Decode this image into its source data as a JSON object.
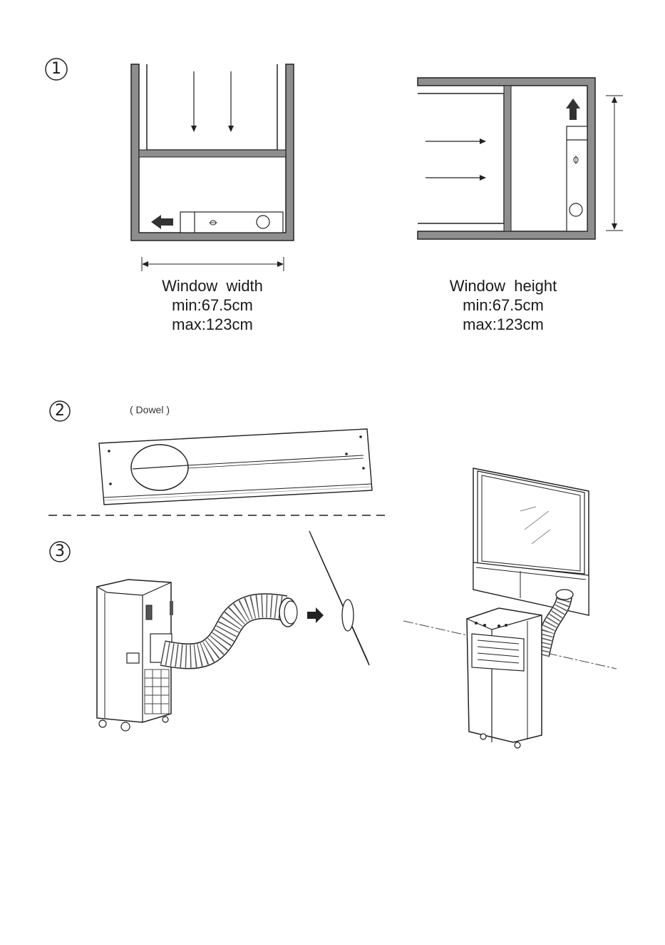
{
  "steps": [
    {
      "number": "1"
    },
    {
      "number": "2",
      "note": "( Dowel )"
    },
    {
      "number": "3"
    }
  ],
  "width_caption": {
    "title": "Window  width",
    "min": "min:67.5cm",
    "max": "max:123cm"
  },
  "height_caption": {
    "title": "Window  height",
    "min": "min:67.5cm",
    "max": "max:123cm"
  },
  "colors": {
    "frame_gray": "#8e8e8e",
    "line": "#222222",
    "arrow": "#333333"
  }
}
